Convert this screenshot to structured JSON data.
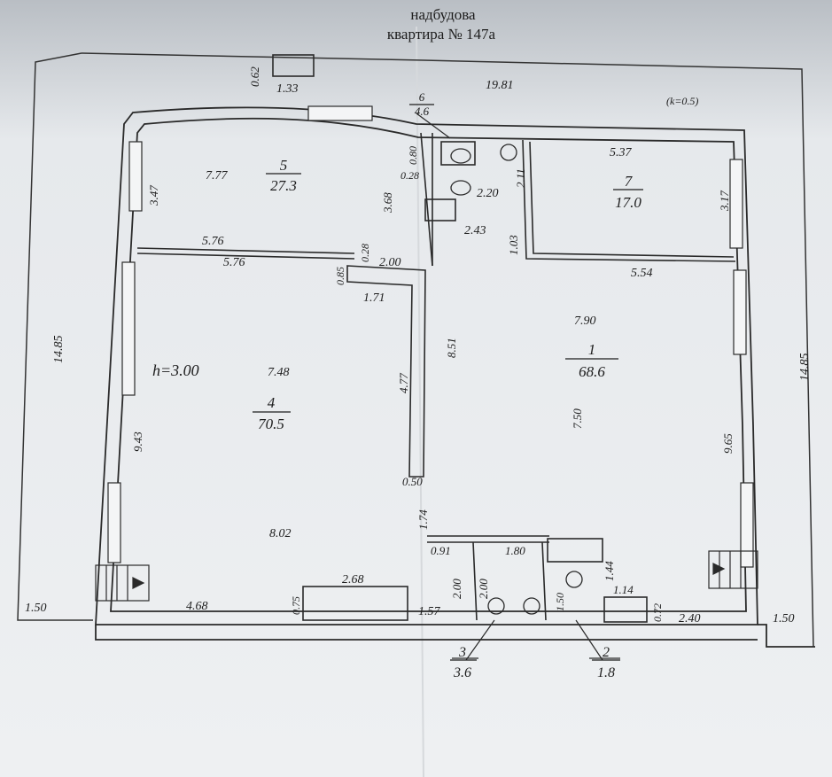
{
  "header": {
    "line1": "надбудова",
    "line2": "квартира № 147а"
  },
  "coefficient": "(k=0.5)",
  "ceiling_height": "h=3.00",
  "rooms": [
    {
      "number": "1",
      "area": "68.6"
    },
    {
      "number": "2",
      "area": "1.8"
    },
    {
      "number": "3",
      "area": "3.6"
    },
    {
      "number": "4",
      "area": "70.5"
    },
    {
      "number": "5",
      "area": "27.3"
    },
    {
      "number": "6",
      "area": "4.6"
    },
    {
      "number": "7",
      "area": "17.0"
    }
  ],
  "dimensions": {
    "d062": "0.62",
    "d133": "1.33",
    "d1981": "19.81",
    "d1485": "14.85",
    "d1485r": "14.85",
    "d777": "7.77",
    "d347": "3.47",
    "d368": "3.68",
    "d080": "0.80",
    "d028a": "0.28",
    "d220": "2.20",
    "d211": "2.11",
    "d537": "5.37",
    "d317": "3.17",
    "d576a": "5.76",
    "d576b": "5.76",
    "d028b": "0.28",
    "d085": "0.85",
    "d200a": "2.00",
    "d243": "2.43",
    "d103": "1.03",
    "d554": "5.54",
    "d171": "1.71",
    "d851": "8.51",
    "d790": "7.90",
    "d748": "7.48",
    "d477": "4.77",
    "d750": "7.50",
    "d943": "9.43",
    "d965": "9.65",
    "d050": "0.50",
    "d174": "1.74",
    "d802": "8.02",
    "d091": "0.91",
    "d180": "1.80",
    "d144": "1.44",
    "d200b": "2.00",
    "d200c": "2.00",
    "d268": "2.68",
    "d075": "0.75",
    "d150a": "1.50",
    "d114": "1.14",
    "d072": "0.72",
    "d150l": "1.50",
    "d468": "4.68",
    "d157": "1.57",
    "d240": "2.40",
    "d150r": "1.50"
  }
}
